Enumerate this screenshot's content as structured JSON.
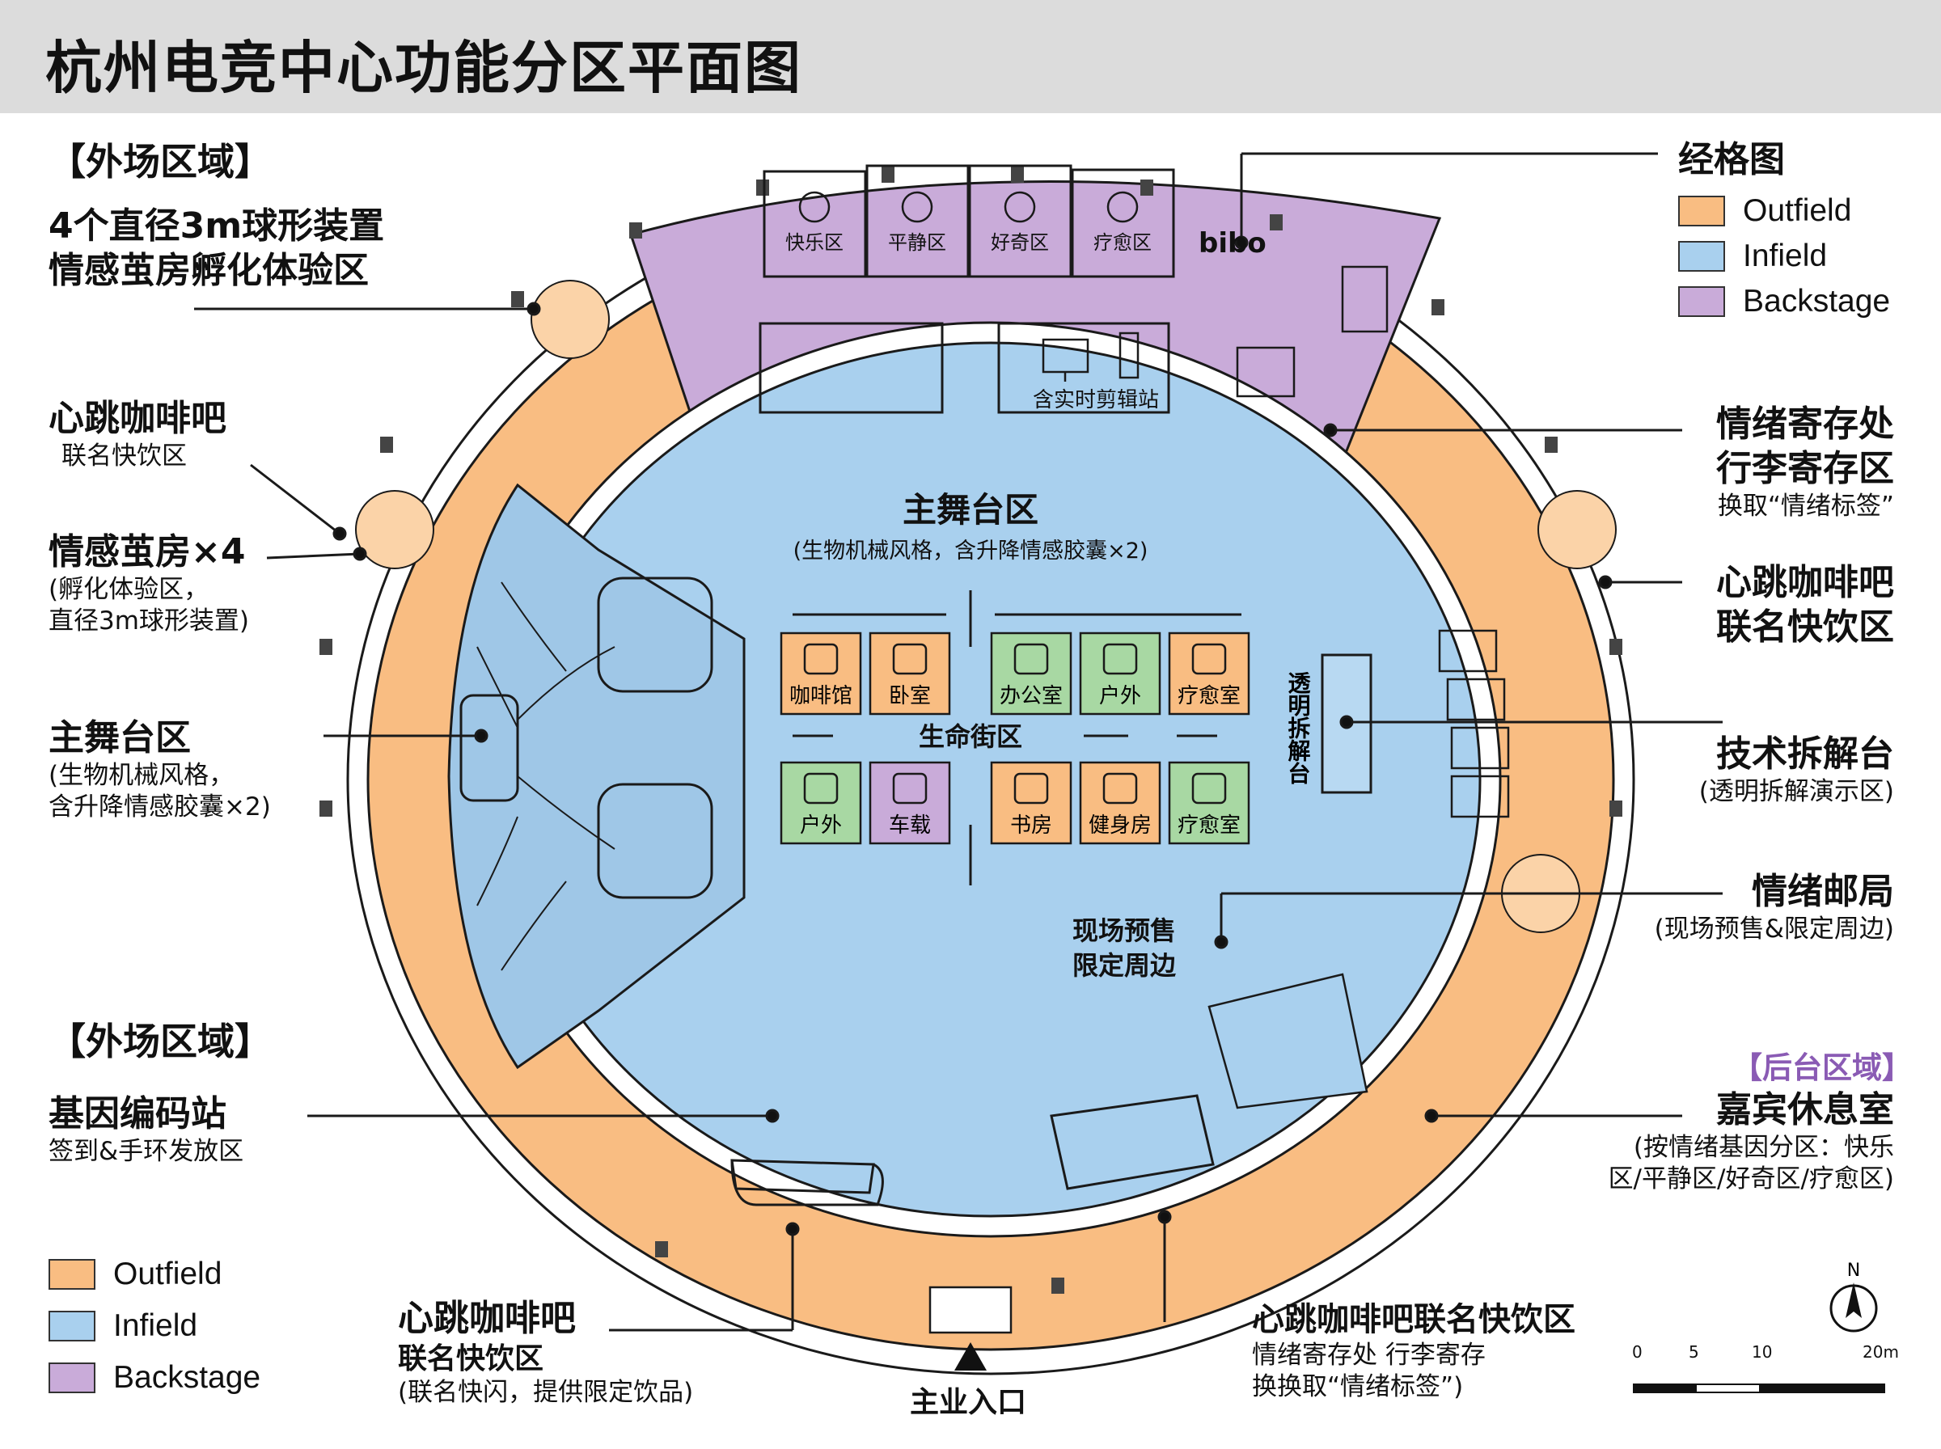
{
  "title": "杭州电竞中心功能分区平面图",
  "colors": {
    "outfield": "#f9bd82",
    "infield": "#a9d0ee",
    "backstage": "#c9abd9",
    "line": "#1a1a1a",
    "backstage_tag": "#8a5bb4"
  },
  "legend": {
    "title": "经格图",
    "items": [
      {
        "label": "Outfield",
        "color": "#f9bd82"
      },
      {
        "label": "Infield",
        "color": "#a9d0ee"
      },
      {
        "label": "Backstage",
        "color": "#c9abd9"
      }
    ]
  },
  "left_labels": {
    "outfield_header_top": "【外场区域】",
    "sphere_line1": "4个直径3m球形装置",
    "sphere_line2": "情感茧房孵化体验区",
    "cafe_title": "心跳咖啡吧",
    "cafe_sub": "联名快饮区",
    "cocoon_title": "情感茧房×4",
    "cocoon_sub1": "(孵化体验区，",
    "cocoon_sub2": "直径3m球形装置)",
    "stage_title": "主舞台区",
    "stage_sub1": "(生物机械风格，",
    "stage_sub2": "含升降情感胶囊×2)",
    "outfield_header_bottom": "【外场区域】",
    "gene_title": "基因编码站",
    "gene_sub": "签到&手环发放区"
  },
  "right_labels": {
    "storage_line1": "情绪寄存处",
    "storage_line2": "行李寄存区",
    "storage_sub": "换取“情绪标签”",
    "cafe_line1": "心跳咖啡吧",
    "cafe_line2": "联名快饮区",
    "teardown_title": "技术拆解台",
    "teardown_sub": "(透明拆解演示区)",
    "post_title": "情绪邮局",
    "post_sub": "(现场预售&限定周边)",
    "backstage_tag": "【后台区域】",
    "lounge_title": "嘉宾休息室",
    "lounge_sub1": "(按情绪基因分区：快乐",
    "lounge_sub2": "区/平静区/好奇区/疗愈区)"
  },
  "bottom_labels": {
    "cafe_title": "心跳咖啡吧",
    "cafe_sub": "联名快饮区",
    "cafe_sub2": "(联名快闪，提供限定饮品)",
    "entrance": "主业入口",
    "right_title": "心跳咖啡吧联名快饮区",
    "right_sub1": "情绪寄存处 行李寄存",
    "right_sub2": "换换取“情绪标签”)"
  },
  "map_text": {
    "room_happy": "快乐区",
    "room_calm": "平静区",
    "room_curious": "好奇区",
    "room_heal": "疗愈区",
    "bibo": "bibo",
    "edit_station": "含实时剪辑站",
    "stage_title": "主舞台区",
    "stage_sub": "(生物机械风格，含升降情感胶囊×2)",
    "street": "生命街区",
    "transparent": "透明拆解台",
    "presale_line1": "现场预售",
    "presale_line2": "限定周边"
  },
  "tiles_top": [
    {
      "label": "咖啡馆",
      "zone": "outfield",
      "icon": "coffee-icon"
    },
    {
      "label": "卧室",
      "zone": "outfield",
      "icon": "bed-icon"
    },
    {
      "label": "办公室",
      "zone": "green",
      "icon": "desk-icon"
    },
    {
      "label": "户外",
      "zone": "green",
      "icon": "outdoor-icon"
    },
    {
      "label": "疗愈室",
      "zone": "outfield",
      "icon": "door-icon"
    }
  ],
  "tiles_bottom": [
    {
      "label": "户外",
      "zone": "green",
      "icon": "tree-icon"
    },
    {
      "label": "车载",
      "zone": "purple",
      "icon": "car-icon"
    },
    {
      "label": "书房",
      "zone": "outfield",
      "icon": "book-icon"
    },
    {
      "label": "健身房",
      "zone": "outfield",
      "icon": "dumbbell-icon"
    },
    {
      "label": "疗愈室",
      "zone": "green",
      "icon": "bowl-icon"
    }
  ],
  "scale": {
    "ticks": [
      "0",
      "5",
      "10",
      "20m"
    ]
  },
  "north": "N"
}
